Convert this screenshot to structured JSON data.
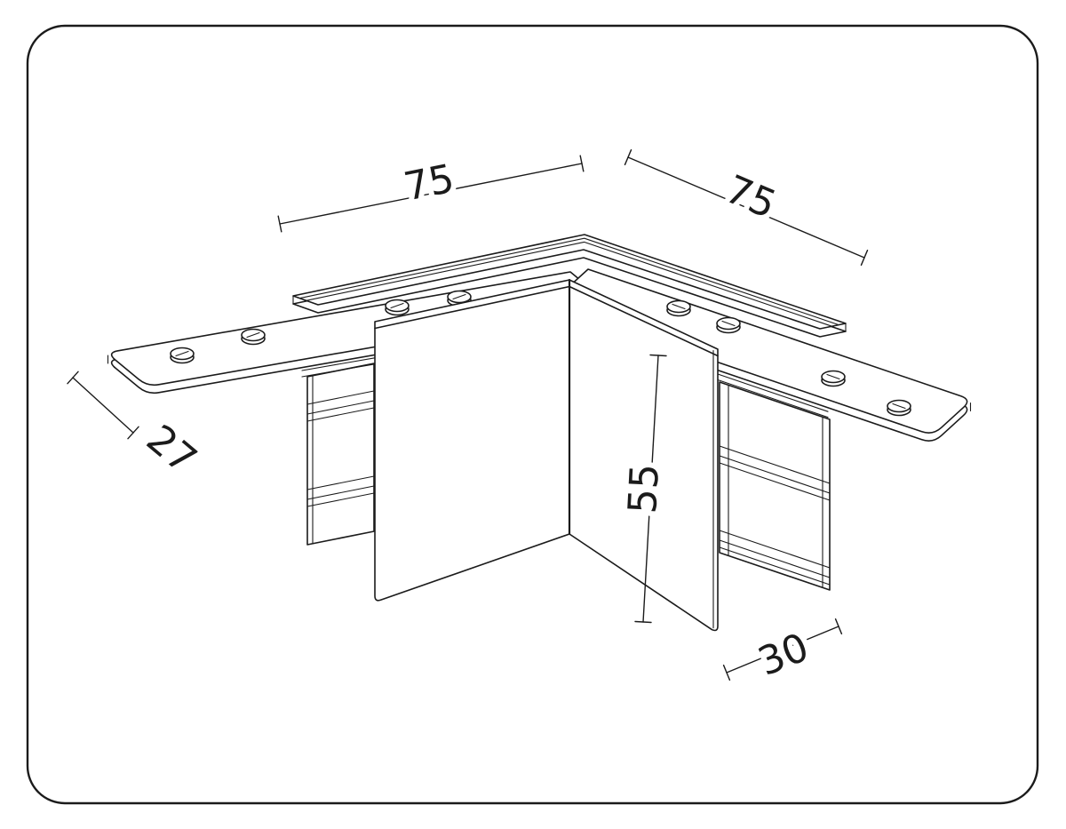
{
  "canvas": {
    "background": "#ffffff"
  },
  "diagram": {
    "line_color": "#1b1b1b",
    "dimensions": {
      "arm_length_left": "75",
      "arm_length_right": "75",
      "plate_width": "27",
      "body_height": "55",
      "base_depth": "30"
    }
  }
}
